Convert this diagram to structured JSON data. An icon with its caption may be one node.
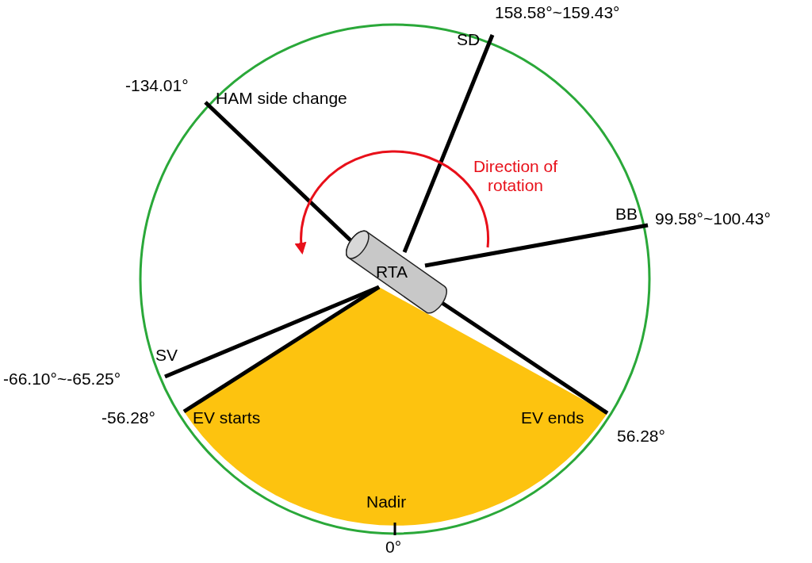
{
  "diagram": {
    "nodes": [
      {
        "text": [],
        "shape": "circle"
      },
      {
        "text": [
          "RTA"
        ],
        "in": 0
      },
      {
        "text": [
          "SD"
        ],
        "in": 0,
        "beside": [
          "158.58°~159.43°"
        ]
      },
      {
        "text": [
          "HAM side change"
        ],
        "in": 0,
        "beside": [
          "-134.01°"
        ]
      },
      {
        "text": [
          "BB"
        ],
        "in": 0,
        "beside": [
          "99.58°~100.43°"
        ]
      },
      {
        "text": [
          "SV"
        ],
        "in": 0,
        "beside": [
          "-66.10°~-65.25°"
        ]
      },
      {
        "text": [
          "EV starts"
        ],
        "in": 0,
        "beside": [
          "-56.28°"
        ]
      },
      {
        "text": [
          "EV ends"
        ],
        "in": 0,
        "beside": [
          "56.28°"
        ]
      },
      {
        "text": [
          "Nadir"
        ],
        "in": 0,
        "beside": [
          "0°"
        ]
      }
    ],
    "edges": [
      {
        "from": 1,
        "to": 2,
        "arrow": "none"
      },
      {
        "from": 1,
        "to": 3,
        "arrow": "none"
      },
      {
        "from": 1,
        "to": 4,
        "arrow": "none"
      },
      {
        "from": 1,
        "to": 5,
        "arrow": "none"
      },
      {
        "from": 1,
        "to": 6,
        "arrow": "none"
      },
      {
        "from": 1,
        "to": 7,
        "arrow": "none"
      }
    ],
    "labels": [
      "Direction of rotation"
    ]
  }
}
